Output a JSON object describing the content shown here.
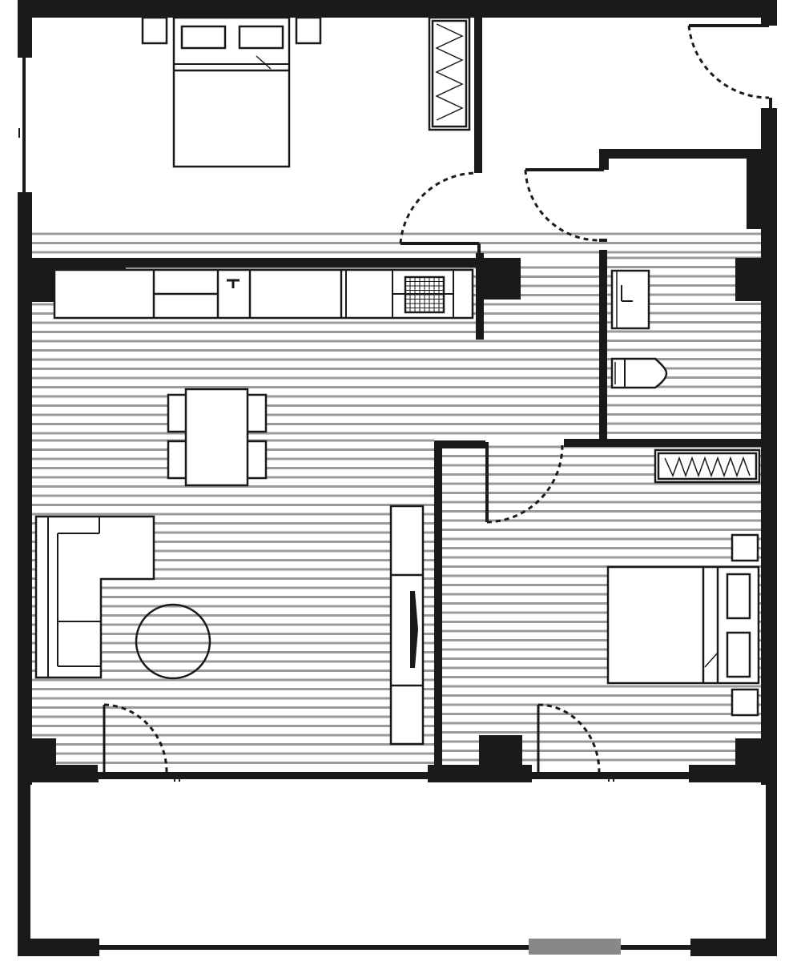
{
  "plan": {
    "colors": {
      "wall": "#1a1a1a",
      "floor_hatch": "#9a9a9a",
      "background": "#ffffff"
    },
    "rooms": [
      {
        "id": "bedroom-1",
        "floor": "plain"
      },
      {
        "id": "entry-hall",
        "floor": "plain"
      },
      {
        "id": "kitchen-dining-living",
        "floor": "hatched"
      },
      {
        "id": "bathroom",
        "floor": "hatched"
      },
      {
        "id": "bedroom-2",
        "floor": "hatched"
      },
      {
        "id": "balcony",
        "floor": "plain"
      }
    ],
    "icons": [
      "double-bed-icon",
      "nightstand-icon",
      "wardrobe-icon",
      "door-swing-icon",
      "kitchen-counter-icon",
      "sink-icon",
      "stove-icon",
      "washbasin-icon",
      "toilet-icon",
      "dining-table-icon",
      "chair-icon",
      "sofa-icon",
      "coffee-table-icon",
      "tv-unit-icon",
      "window-icon"
    ]
  }
}
